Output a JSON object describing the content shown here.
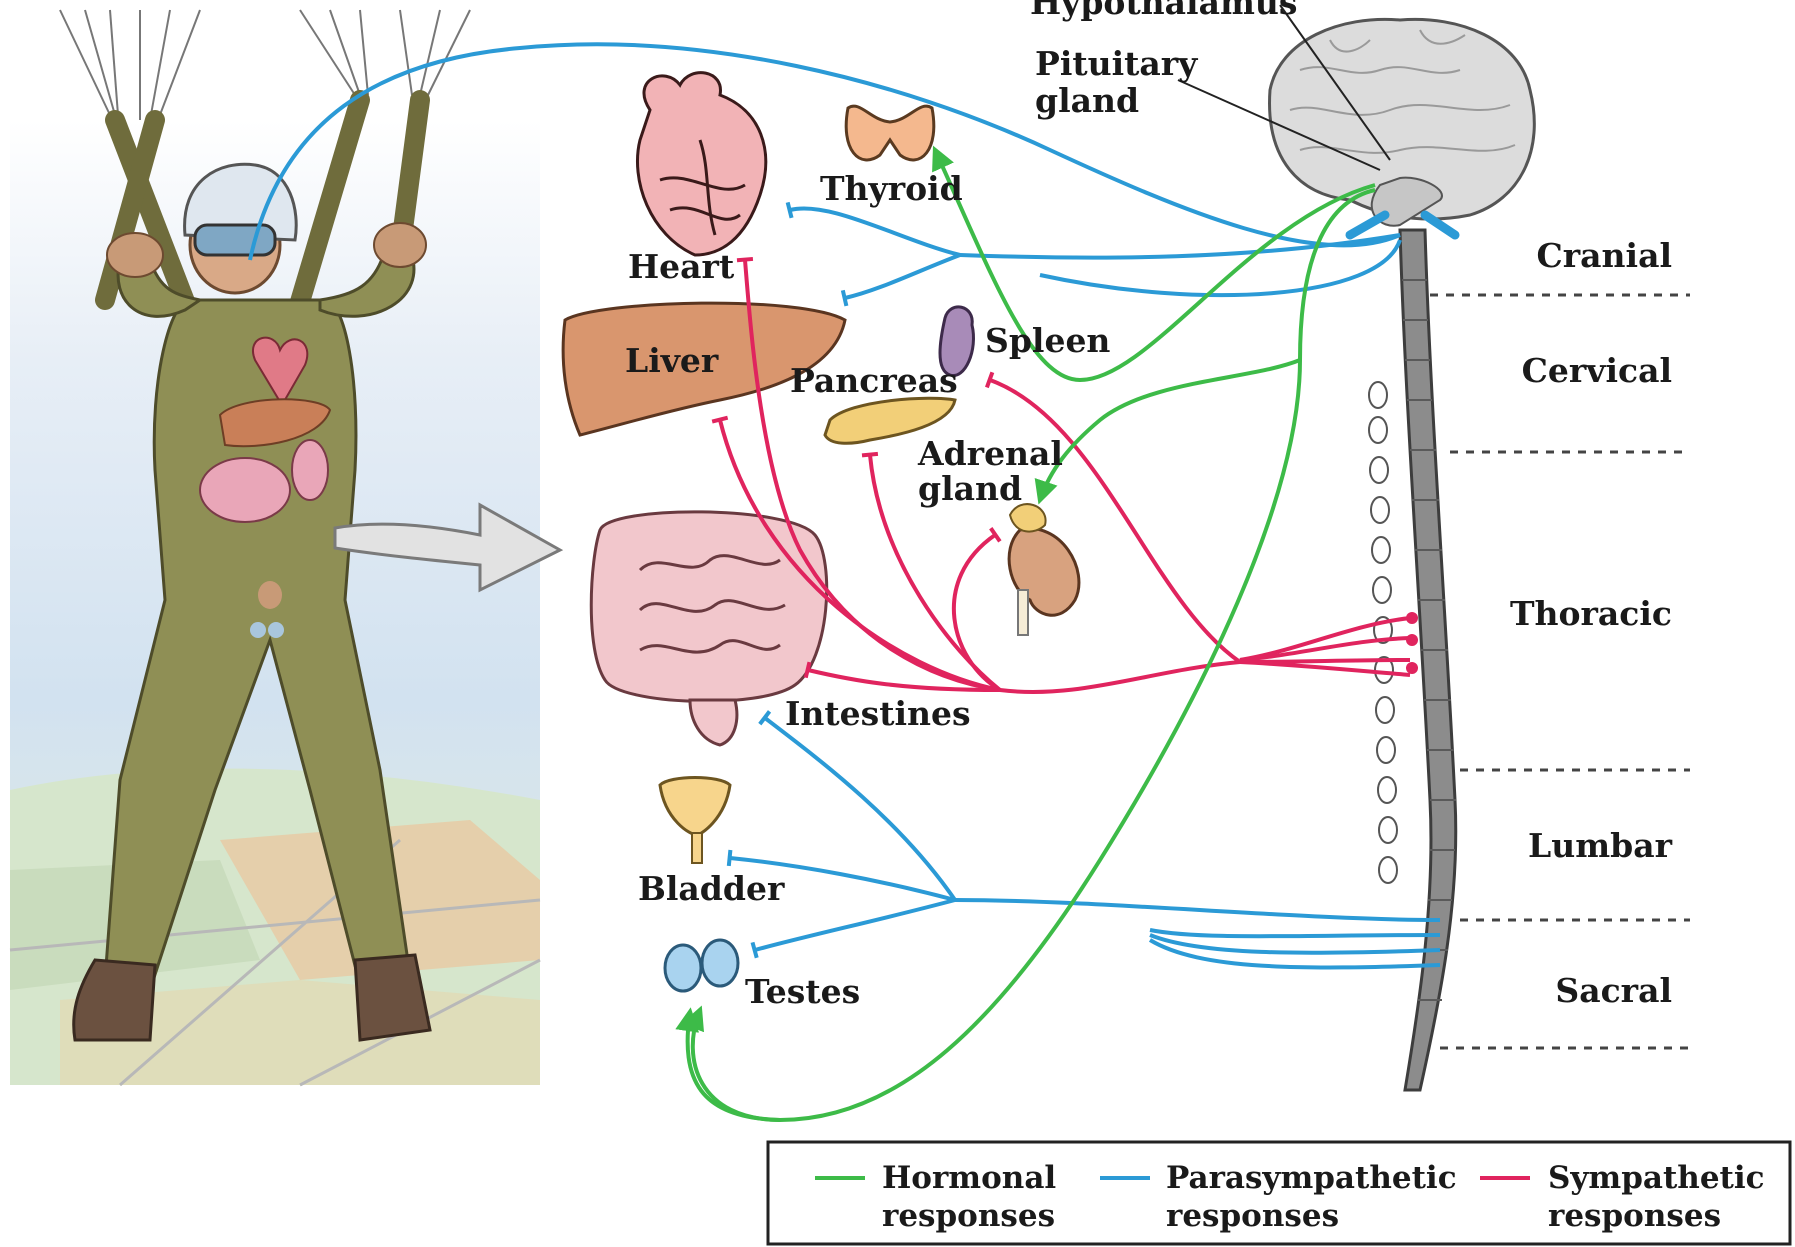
{
  "labels": {
    "hypothalamus": "Hypothalamus",
    "pituitary_1": "Pituitary",
    "pituitary_2": "gland",
    "thyroid": "Thyroid",
    "heart": "Heart",
    "liver": "Liver",
    "spleen": "Spleen",
    "pancreas": "Pancreas",
    "adrenal_1": "Adrenal",
    "adrenal_2": "gland",
    "intestines": "Intestines",
    "bladder": "Bladder",
    "testes": "Testes"
  },
  "spinal_regions": [
    "Cranial",
    "Cervical",
    "Thoracic",
    "Lumbar",
    "Sacral"
  ],
  "legend": [
    {
      "line1": "Hormonal",
      "line2": "responses",
      "color": "#3dbb48"
    },
    {
      "line1": "Parasympathetic",
      "line2": "responses",
      "color": "#2b9ad6"
    },
    {
      "line1": "Sympathetic",
      "line2": "responses",
      "color": "#e0245e"
    }
  ],
  "colors": {
    "hormonal": "#3dbb48",
    "parasympathetic": "#2b9ad6",
    "sympathetic": "#e0245e",
    "flight_suit": "#8f8f55",
    "organ_pink": "#f2b3b6",
    "liver": "#d9966e",
    "thyroid": "#f4b88e",
    "pancreas": "#f2cf78",
    "spleen": "#a88bb8",
    "bladder": "#f7d58c",
    "testes": "#a9d3ef",
    "sky": "#dbe8f3",
    "spine_gray": "#8c8c8c",
    "brain_gray": "#dcdcdc"
  }
}
